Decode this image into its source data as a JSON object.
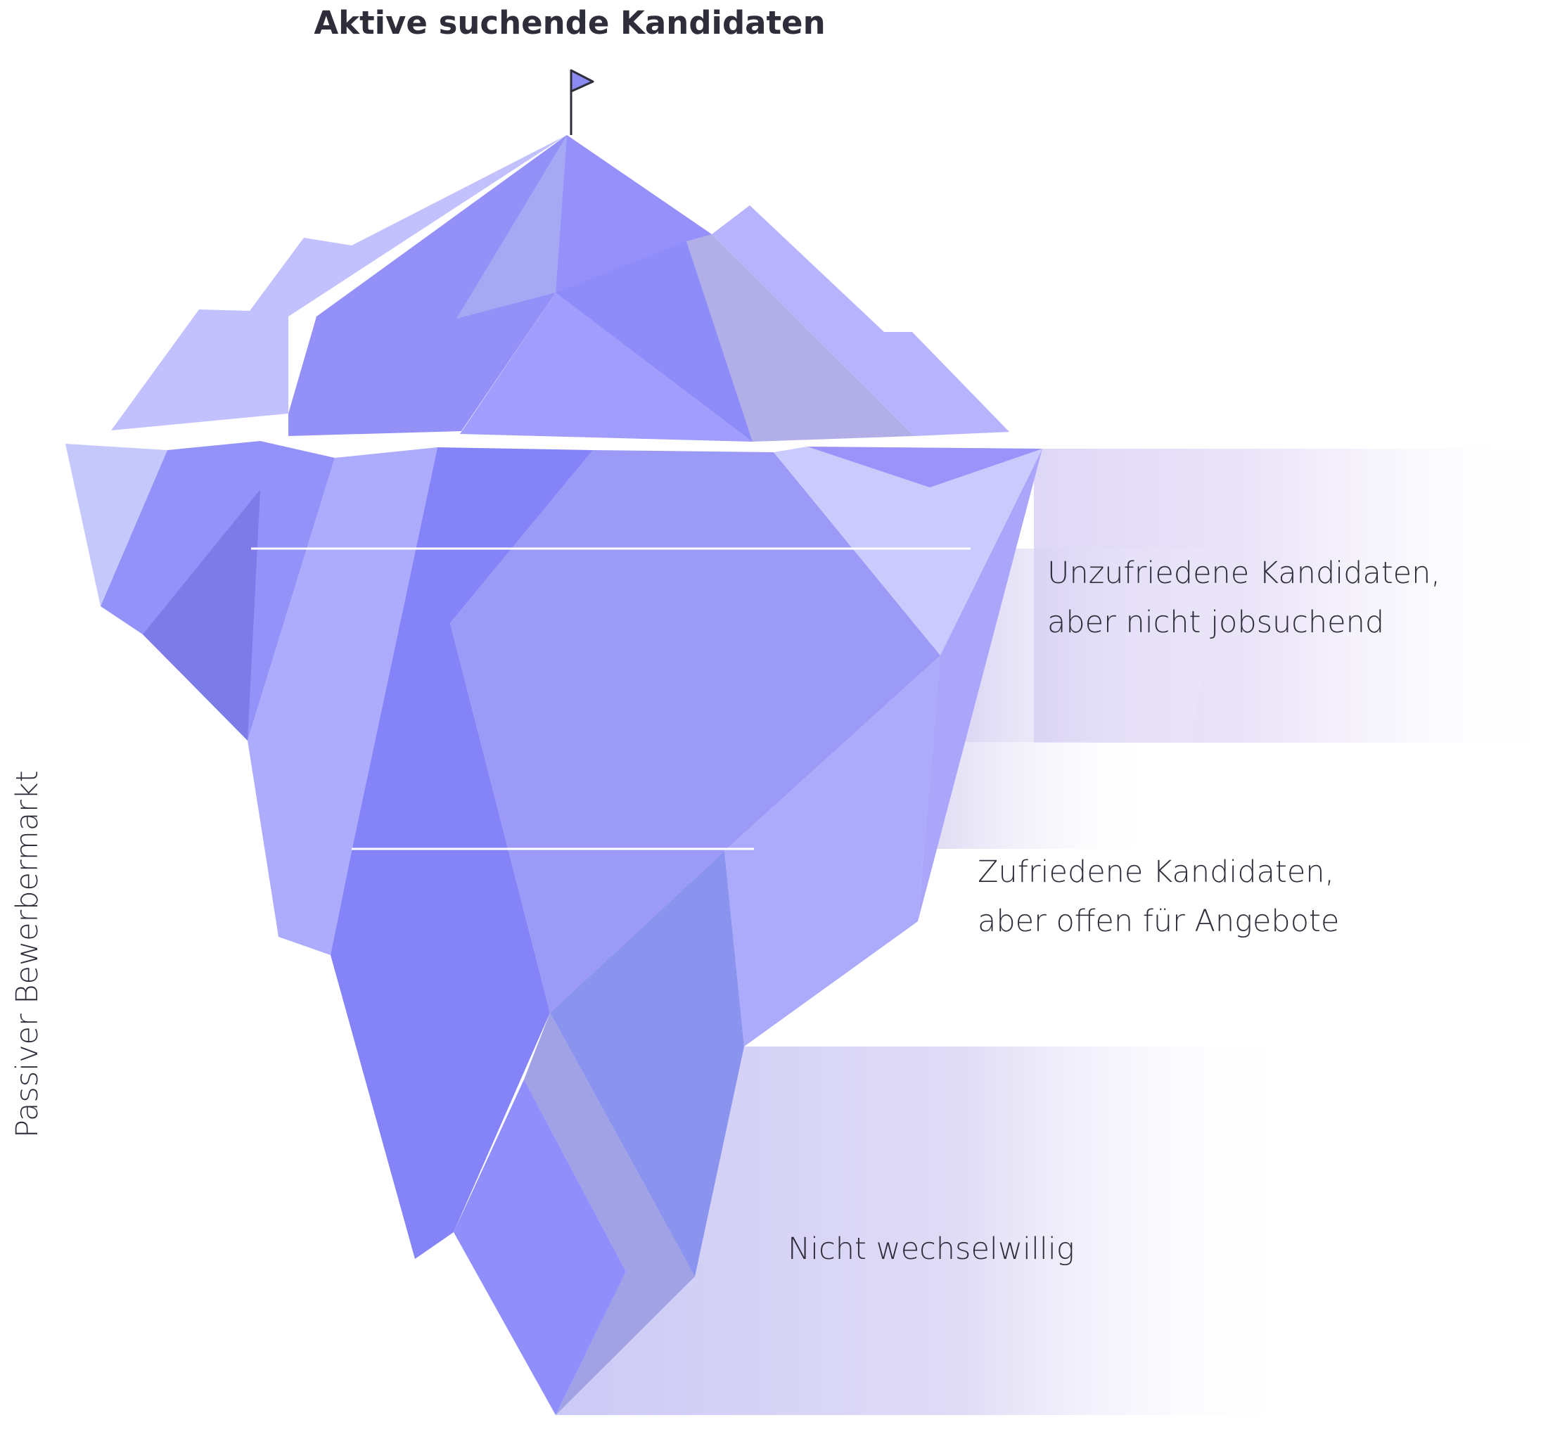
{
  "title": "Aktive suchende Kandidaten",
  "layers": [
    {
      "line1": "Unzufriedene Kandidaten,",
      "line2": "aber nicht jobsuchend"
    },
    {
      "line1": "Zufriedene Kandidaten,",
      "line2": "aber offen für Angebote"
    },
    {
      "line1": "Nicht wechselwillig"
    }
  ],
  "side_label": "Passiver Bewerbermarkt",
  "colors": {
    "text": "#2e2d3a",
    "accent": "#8383f8",
    "flag": "#8a8af0",
    "band": "#c6c2f2",
    "divider": "#ffffff"
  }
}
